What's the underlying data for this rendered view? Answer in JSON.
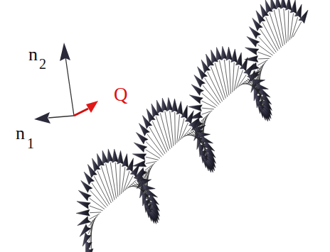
{
  "diagram": {
    "labels": [
      "n",
      "2",
      "Q",
      "n",
      "1"
    ]
  }
}
